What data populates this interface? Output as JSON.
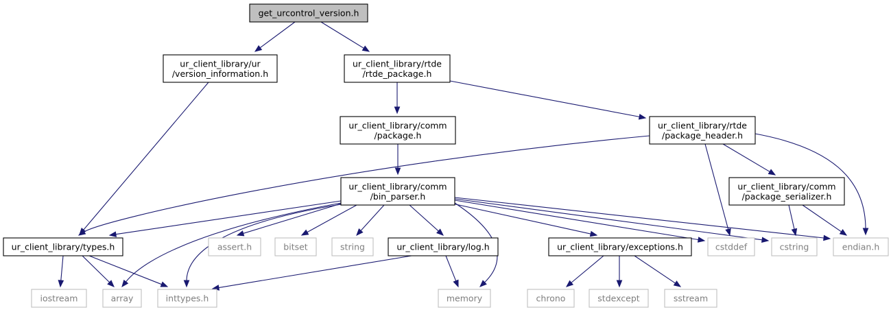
{
  "nodes": {
    "root": {
      "lines": [
        "get_urcontrol_version.h"
      ],
      "kind": "root"
    },
    "version_information": {
      "lines": [
        "ur_client_library/ur",
        "/version_information.h"
      ],
      "kind": "local"
    },
    "rtde_package": {
      "lines": [
        "ur_client_library/rtde",
        "/rtde_package.h"
      ],
      "kind": "local"
    },
    "comm_package": {
      "lines": [
        "ur_client_library/comm",
        "/package.h"
      ],
      "kind": "local"
    },
    "package_header": {
      "lines": [
        "ur_client_library/rtde",
        "/package_header.h"
      ],
      "kind": "local"
    },
    "bin_parser": {
      "lines": [
        "ur_client_library/comm",
        "/bin_parser.h"
      ],
      "kind": "local"
    },
    "package_serializer": {
      "lines": [
        "ur_client_library/comm",
        "/package_serializer.h"
      ],
      "kind": "local"
    },
    "types": {
      "lines": [
        "ur_client_library/types.h"
      ],
      "kind": "local"
    },
    "assert": {
      "lines": [
        "assert.h"
      ],
      "kind": "system"
    },
    "bitset": {
      "lines": [
        "bitset"
      ],
      "kind": "system"
    },
    "string": {
      "lines": [
        "string"
      ],
      "kind": "system"
    },
    "log": {
      "lines": [
        "ur_client_library/log.h"
      ],
      "kind": "local"
    },
    "exceptions": {
      "lines": [
        "ur_client_library/exceptions.h"
      ],
      "kind": "local"
    },
    "cstddef": {
      "lines": [
        "cstddef"
      ],
      "kind": "system"
    },
    "cstring": {
      "lines": [
        "cstring"
      ],
      "kind": "system"
    },
    "endian": {
      "lines": [
        "endian.h"
      ],
      "kind": "system"
    },
    "iostream": {
      "lines": [
        "iostream"
      ],
      "kind": "system"
    },
    "array": {
      "lines": [
        "array"
      ],
      "kind": "system"
    },
    "inttypes": {
      "lines": [
        "inttypes.h"
      ],
      "kind": "system"
    },
    "memory": {
      "lines": [
        "memory"
      ],
      "kind": "system"
    },
    "chrono": {
      "lines": [
        "chrono"
      ],
      "kind": "system"
    },
    "stdexcept": {
      "lines": [
        "stdexcept"
      ],
      "kind": "system"
    },
    "sstream": {
      "lines": [
        "sstream"
      ],
      "kind": "system"
    }
  },
  "edges": [
    [
      "root",
      "version_information"
    ],
    [
      "root",
      "rtde_package"
    ],
    [
      "version_information",
      "types"
    ],
    [
      "rtde_package",
      "comm_package"
    ],
    [
      "rtde_package",
      "package_header"
    ],
    [
      "comm_package",
      "bin_parser"
    ],
    [
      "package_header",
      "types"
    ],
    [
      "package_header",
      "package_serializer"
    ],
    [
      "package_header",
      "cstddef"
    ],
    [
      "package_header",
      "endian"
    ],
    [
      "package_serializer",
      "cstring"
    ],
    [
      "package_serializer",
      "endian"
    ],
    [
      "bin_parser",
      "types"
    ],
    [
      "bin_parser",
      "assert"
    ],
    [
      "bin_parser",
      "bitset"
    ],
    [
      "bin_parser",
      "string"
    ],
    [
      "bin_parser",
      "log"
    ],
    [
      "bin_parser",
      "exceptions"
    ],
    [
      "bin_parser",
      "cstddef"
    ],
    [
      "bin_parser",
      "cstring"
    ],
    [
      "bin_parser",
      "endian"
    ],
    [
      "bin_parser",
      "array"
    ],
    [
      "bin_parser",
      "inttypes"
    ],
    [
      "bin_parser",
      "memory"
    ],
    [
      "types",
      "iostream"
    ],
    [
      "types",
      "array"
    ],
    [
      "types",
      "inttypes"
    ],
    [
      "log",
      "inttypes"
    ],
    [
      "log",
      "memory"
    ],
    [
      "exceptions",
      "chrono"
    ],
    [
      "exceptions",
      "stdexcept"
    ],
    [
      "exceptions",
      "sstream"
    ]
  ],
  "colors": {
    "edge": "#191970",
    "root_fill": "#bfbfbf",
    "local_border": "#000000",
    "system_border": "#bfbfbf",
    "system_text": "#7f7f7f"
  }
}
